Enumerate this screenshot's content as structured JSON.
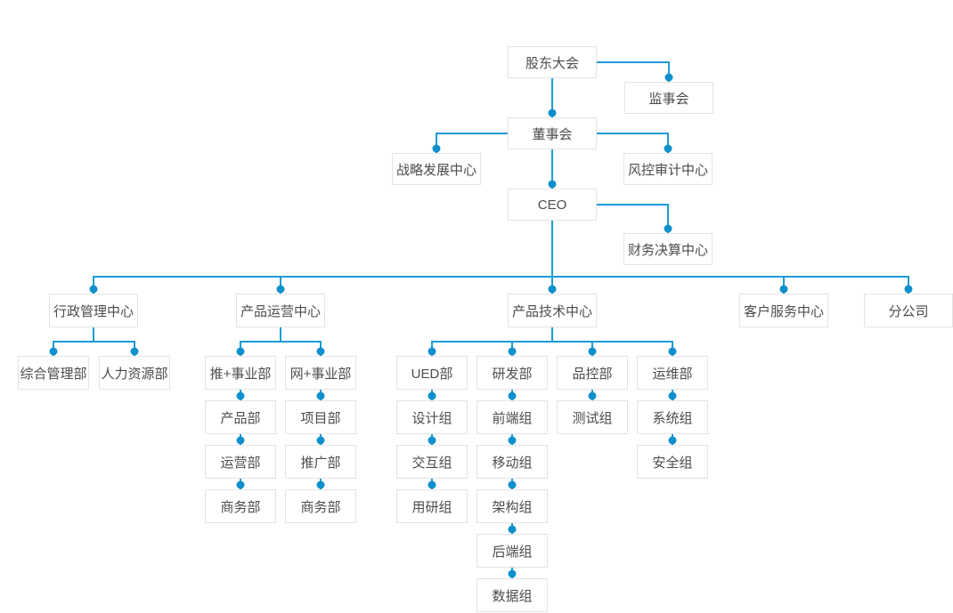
{
  "diagram": {
    "type": "org-chart",
    "colors": {
      "line": "#1e9cd7",
      "dot": "#0f90cc",
      "box_border": "#e3e3e3",
      "box_background": "#ffffff",
      "text": "#4c4c4c",
      "background": "#ffffff"
    },
    "nodes": {
      "shareholders": "股东大会",
      "supervisory_board": "监事会",
      "board_of_directors": "董事会",
      "strategic_dev_center": "战略发展中心",
      "risk_audit_center": "风控审计中心",
      "ceo": "CEO",
      "financial_settlement_center": "财务决算中心",
      "admin_center": "行政管理中心",
      "product_ops_center": "产品运营中心",
      "product_tech_center": "产品技术中心",
      "customer_service_center": "客户服务中心",
      "branch_company": "分公司",
      "general_mgmt_dept": "综合管理部",
      "hr_dept": "人力资源部",
      "tui_business_dept": "推+事业部",
      "wang_business_dept": "网+事业部",
      "ued_dept": "UED部",
      "rd_dept": "研发部",
      "qc_dept": "品控部",
      "ops_maintenance_dept": "运维部",
      "product_dept": "产品部",
      "project_dept": "项目部",
      "design_group": "设计组",
      "frontend_group": "前端组",
      "testing_group": "测试组",
      "system_group": "系统组",
      "operations_dept": "运营部",
      "promotion_dept": "推广部",
      "interaction_group": "交互组",
      "mobile_group": "移动组",
      "security_group": "安全组",
      "business_dept_1": "商务部",
      "business_dept_2": "商务部",
      "user_research_group": "用研组",
      "architecture_group": "架构组",
      "backend_group": "后端组",
      "data_group": "数据组"
    },
    "edges": [
      [
        "shareholders",
        "supervisory_board"
      ],
      [
        "shareholders",
        "board_of_directors"
      ],
      [
        "board_of_directors",
        "strategic_dev_center"
      ],
      [
        "board_of_directors",
        "risk_audit_center"
      ],
      [
        "board_of_directors",
        "ceo"
      ],
      [
        "ceo",
        "financial_settlement_center"
      ],
      [
        "ceo",
        "admin_center"
      ],
      [
        "ceo",
        "product_ops_center"
      ],
      [
        "ceo",
        "product_tech_center"
      ],
      [
        "ceo",
        "customer_service_center"
      ],
      [
        "ceo",
        "branch_company"
      ],
      [
        "admin_center",
        "general_mgmt_dept"
      ],
      [
        "admin_center",
        "hr_dept"
      ],
      [
        "product_ops_center",
        "tui_business_dept"
      ],
      [
        "product_ops_center",
        "wang_business_dept"
      ],
      [
        "tui_business_dept",
        "product_dept"
      ],
      [
        "product_dept",
        "operations_dept"
      ],
      [
        "operations_dept",
        "business_dept_1"
      ],
      [
        "wang_business_dept",
        "project_dept"
      ],
      [
        "project_dept",
        "promotion_dept"
      ],
      [
        "promotion_dept",
        "business_dept_2"
      ],
      [
        "product_tech_center",
        "ued_dept"
      ],
      [
        "product_tech_center",
        "rd_dept"
      ],
      [
        "product_tech_center",
        "qc_dept"
      ],
      [
        "product_tech_center",
        "ops_maintenance_dept"
      ],
      [
        "ued_dept",
        "design_group"
      ],
      [
        "design_group",
        "interaction_group"
      ],
      [
        "interaction_group",
        "user_research_group"
      ],
      [
        "rd_dept",
        "frontend_group"
      ],
      [
        "frontend_group",
        "mobile_group"
      ],
      [
        "mobile_group",
        "architecture_group"
      ],
      [
        "architecture_group",
        "backend_group"
      ],
      [
        "backend_group",
        "data_group"
      ],
      [
        "qc_dept",
        "testing_group"
      ],
      [
        "ops_maintenance_dept",
        "system_group"
      ],
      [
        "system_group",
        "security_group"
      ]
    ]
  }
}
